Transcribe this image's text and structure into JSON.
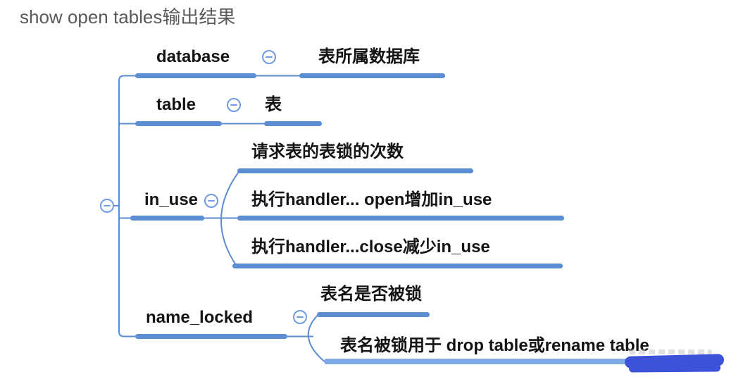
{
  "title": "show open tables输出结果",
  "colors": {
    "branch": "#5b8dd3",
    "branch_light": "#7fa9e2",
    "collapse": "#6f9be0",
    "scribble": "#3c52d9",
    "title_text": "#595959",
    "node_text": "#141414"
  },
  "mindmap": {
    "nodes": [
      {
        "label": "database",
        "children": [
          "表所属数据库"
        ]
      },
      {
        "label": "table",
        "children": [
          "表"
        ]
      },
      {
        "label": "in_use",
        "children": [
          "请求表的表锁的次数",
          "执行handler... open增加in_use",
          "执行handler...close减少in_use"
        ]
      },
      {
        "label": "name_locked",
        "children": [
          "表名是否被锁",
          "表名被锁用于 drop table或rename table"
        ]
      }
    ]
  }
}
